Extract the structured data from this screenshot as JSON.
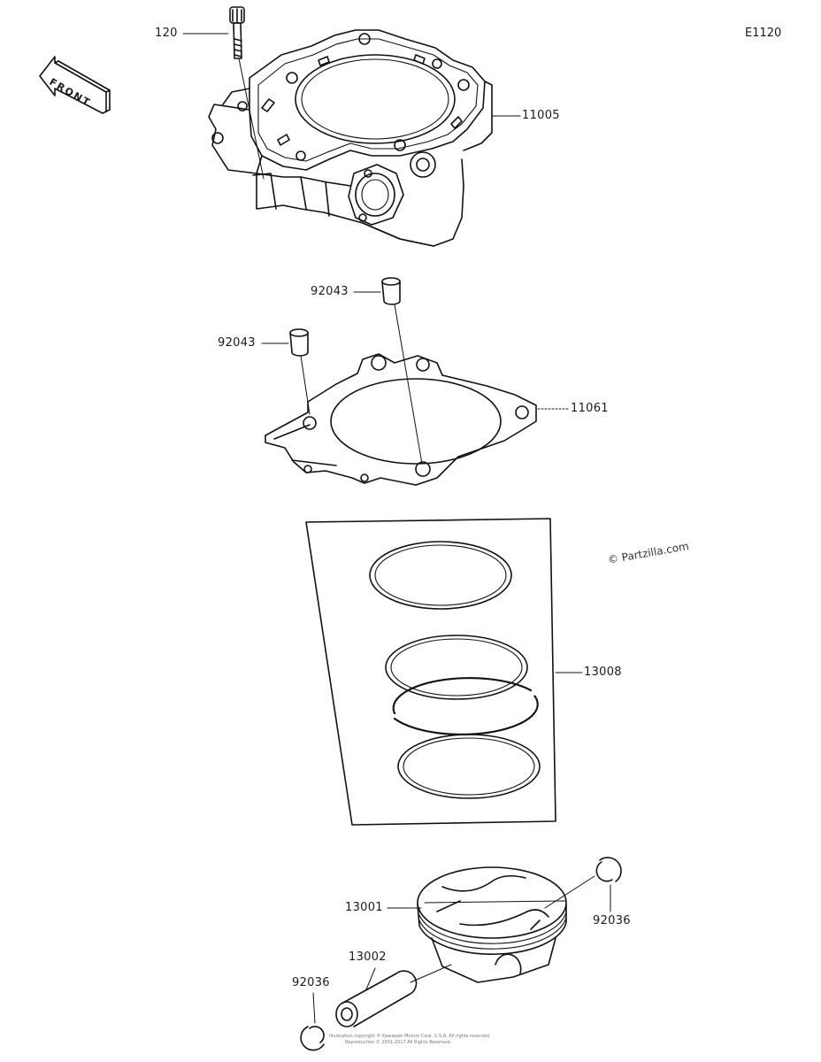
{
  "diagram_code": "E1120",
  "front_arrow_text": "FRONT",
  "watermark": "© Partzilla.com",
  "parts": [
    {
      "number": "120",
      "name": "bolt"
    },
    {
      "number": "11005",
      "name": "cylinder"
    },
    {
      "number": "92043",
      "name": "dowel-pin-upper"
    },
    {
      "number": "92043",
      "name": "dowel-pin-left"
    },
    {
      "number": "11061",
      "name": "cylinder-gasket"
    },
    {
      "number": "13008",
      "name": "piston-ring-set"
    },
    {
      "number": "13001",
      "name": "piston"
    },
    {
      "number": "92036",
      "name": "snap-ring-right"
    },
    {
      "number": "13002",
      "name": "piston-pin"
    },
    {
      "number": "92036",
      "name": "snap-ring-left"
    }
  ],
  "fine_print": [
    "Illustration copyright © Kawasaki Motors Corp. U.S.A. All rights reserved.",
    "Reproduction © 2001-2017 All Rights Reserved."
  ]
}
